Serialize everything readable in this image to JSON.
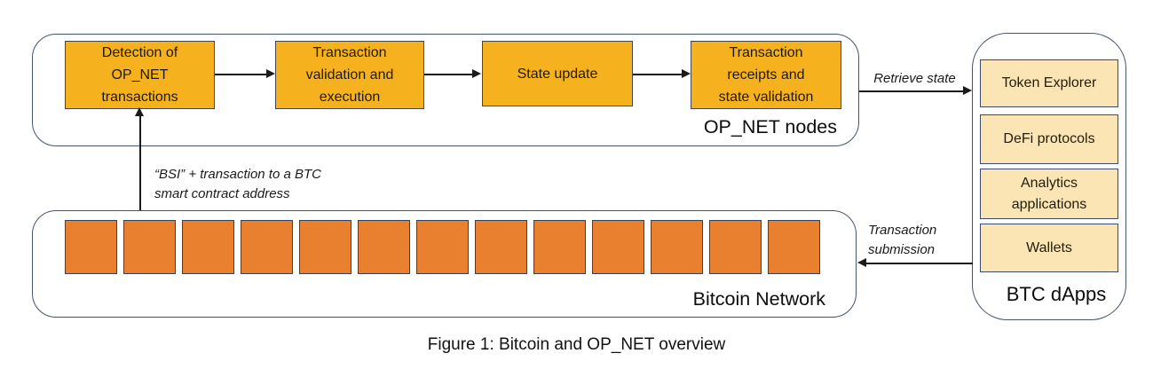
{
  "caption": "Figure 1: Bitcoin and OP_NET overview",
  "opnet": {
    "label": "OP_NET nodes",
    "steps": [
      {
        "label": "Detection of\nOP_NET\ntransactions"
      },
      {
        "label": "Transaction\nvalidation and\nexecution"
      },
      {
        "label": "State update"
      },
      {
        "label": "Transaction\nreceipts and\nstate validation"
      }
    ]
  },
  "btc_dapps": {
    "label": "BTC dApps",
    "apps": [
      {
        "label": "Token Explorer"
      },
      {
        "label": "DeFi protocols"
      },
      {
        "label": "Analytics\napplications"
      },
      {
        "label": "Wallets"
      }
    ]
  },
  "bitcoin_network": {
    "label": "Bitcoin Network",
    "block_count": 13
  },
  "annotations": {
    "retrieve_state": "Retrieve state",
    "transaction_submission": "Transaction\nsubmission",
    "bsi_note": "“BSI” + transaction to a BTC\nsmart contract address"
  },
  "colors": {
    "process_box_fill": "#f6b11f",
    "bitcoin_block_fill": "#e8802f",
    "dapp_box_fill": "#fce5b4",
    "container_border": "#44546a",
    "arrow": "#1a1a1a"
  }
}
